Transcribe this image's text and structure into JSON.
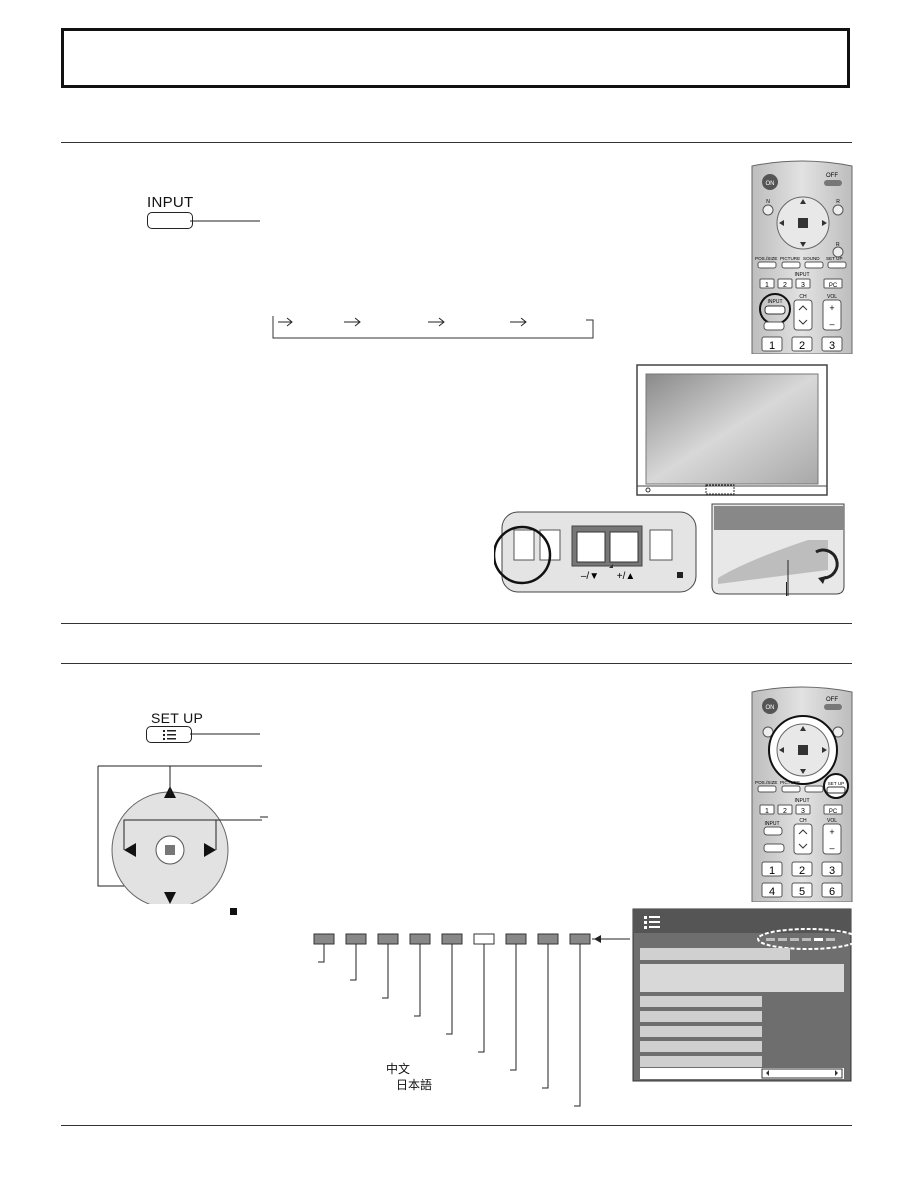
{
  "header": {
    "title": ""
  },
  "section1": {
    "input_label": "INPUT",
    "remote_labels": {
      "on": "ON",
      "off": "OFF",
      "n": "N",
      "r": "R",
      "pos_size": "POS./SIZE",
      "picture": "PICTURE",
      "sound": "SOUND",
      "set_up": "SET UP",
      "input": "INPUT",
      "ch": "CH",
      "vol": "VOL",
      "pc": "PC",
      "digits": [
        "1",
        "2",
        "3"
      ]
    },
    "panel_labels": {
      "minus": "–/▼",
      "plus": "+/▲"
    }
  },
  "section2": {
    "setup_label": "SET UP",
    "remote_labels": {
      "digits_row1": [
        "1",
        "2",
        "3"
      ],
      "digits_row2": [
        "4",
        "5",
        "6"
      ]
    },
    "languages": {
      "chinese": "中文",
      "japanese": "日本語"
    }
  },
  "icons": [
    "remote-control-icon",
    "display-panel-icon",
    "cursor-pad-icon",
    "osd-menu-icon"
  ]
}
